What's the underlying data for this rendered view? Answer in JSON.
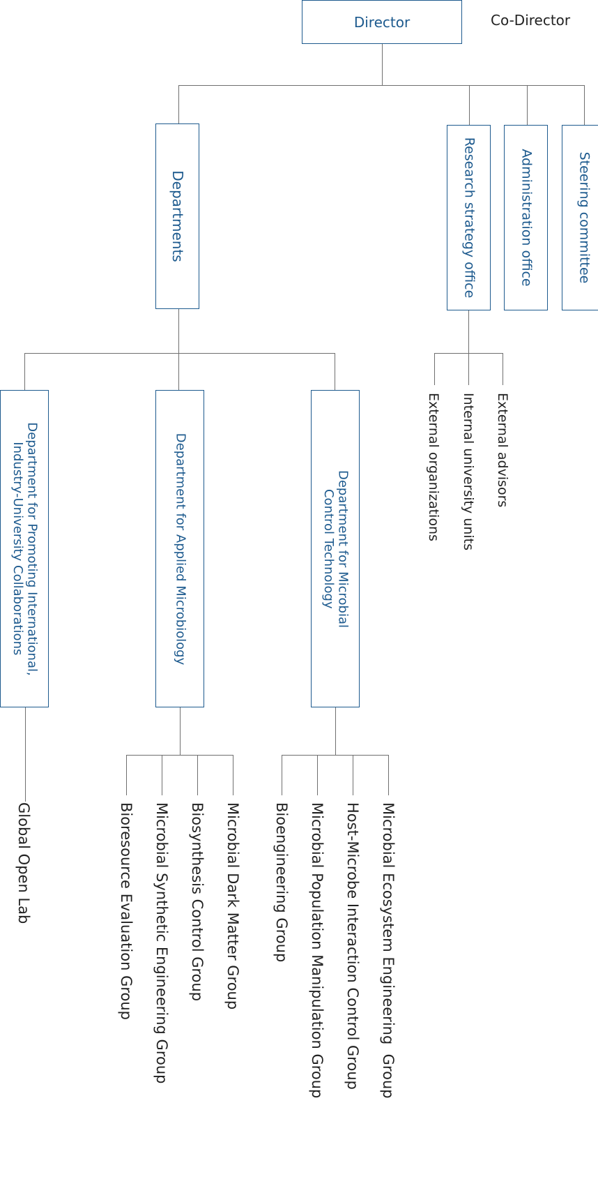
{
  "top": {
    "director": "Director",
    "co_director": "Co-Director"
  },
  "units": {
    "departments": "Departments",
    "research_strategy_office": "Research strategy office",
    "administration_office": "Administration office",
    "steering_committee": "Steering committee"
  },
  "research_office_links": [
    "External organizations",
    "Internal university units",
    "External advisors"
  ],
  "departments": [
    {
      "line1": "Department for Promoting International,",
      "line2": "Industry-University Collaborations",
      "groups": [
        "Global Open Lab"
      ]
    },
    {
      "line1": "Department for Applied Microbiology",
      "line2": "",
      "groups": [
        "Bioresource Evaluation Group",
        "Microbial Synthetic Engineering Group",
        "Biosynthesis Control Group",
        "Microbial Dark Matter Group"
      ]
    },
    {
      "line1": "Department for Microbial",
      "line2": "Control Technology",
      "groups": [
        "Bioengineering Group",
        "Microbial Population Manipulation Group",
        "Host-Microbe Interaction Control Group",
        "Microbial Ecosystem Engineering  Group"
      ]
    }
  ],
  "colors": {
    "accent": "#1d5a8e",
    "connector": "#6f6f6f",
    "text": "#222222"
  }
}
